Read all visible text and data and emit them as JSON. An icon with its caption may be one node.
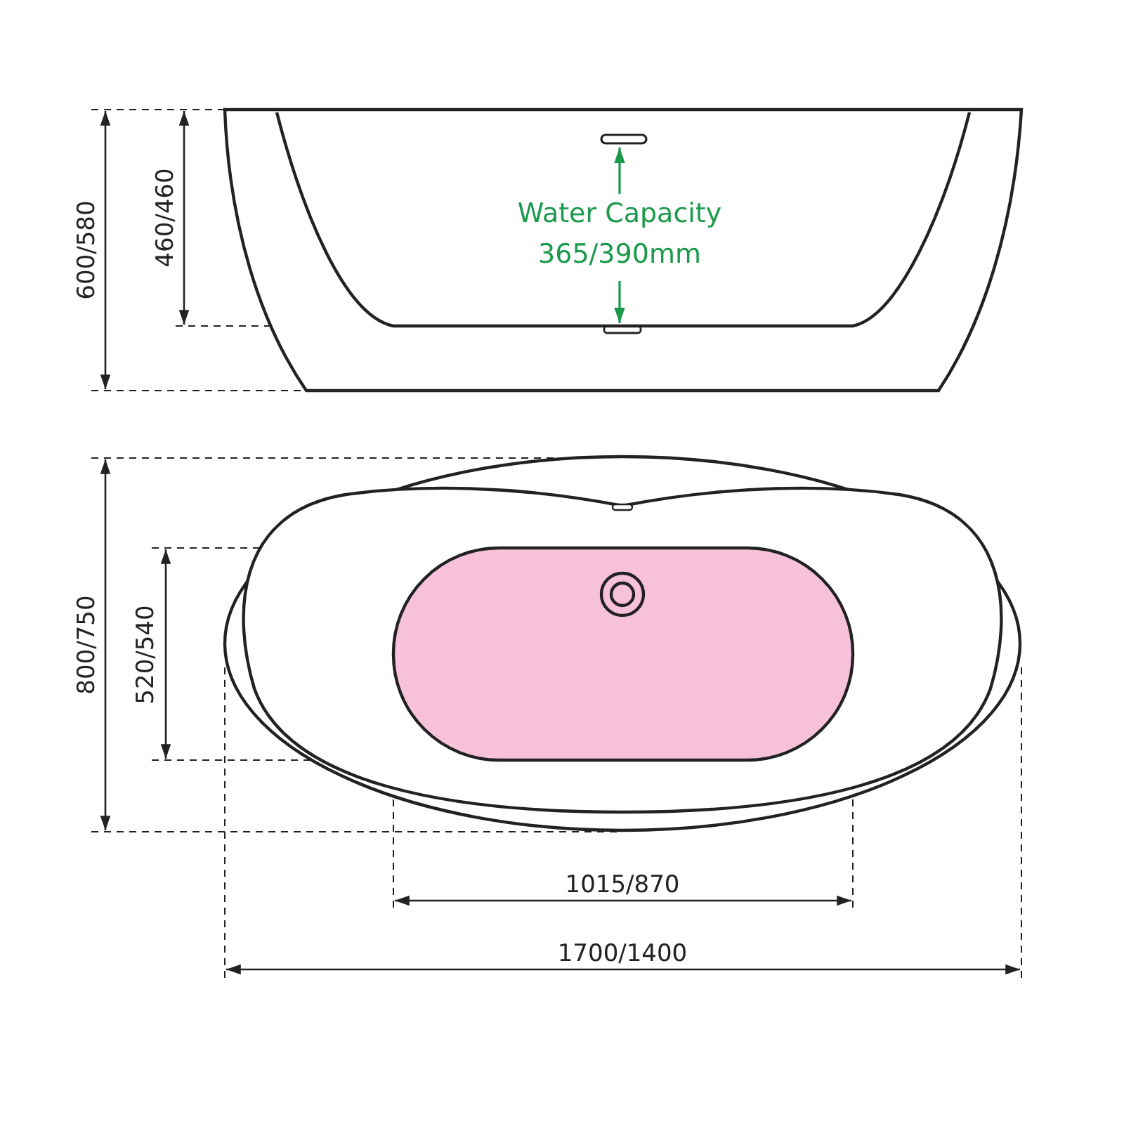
{
  "diagram": {
    "labels": [
      "600/580",
      "460/460",
      "Water Capacity 365/390mm",
      "800/750",
      "520/540",
      "1015/870",
      "1700/1400"
    ]
  }
}
